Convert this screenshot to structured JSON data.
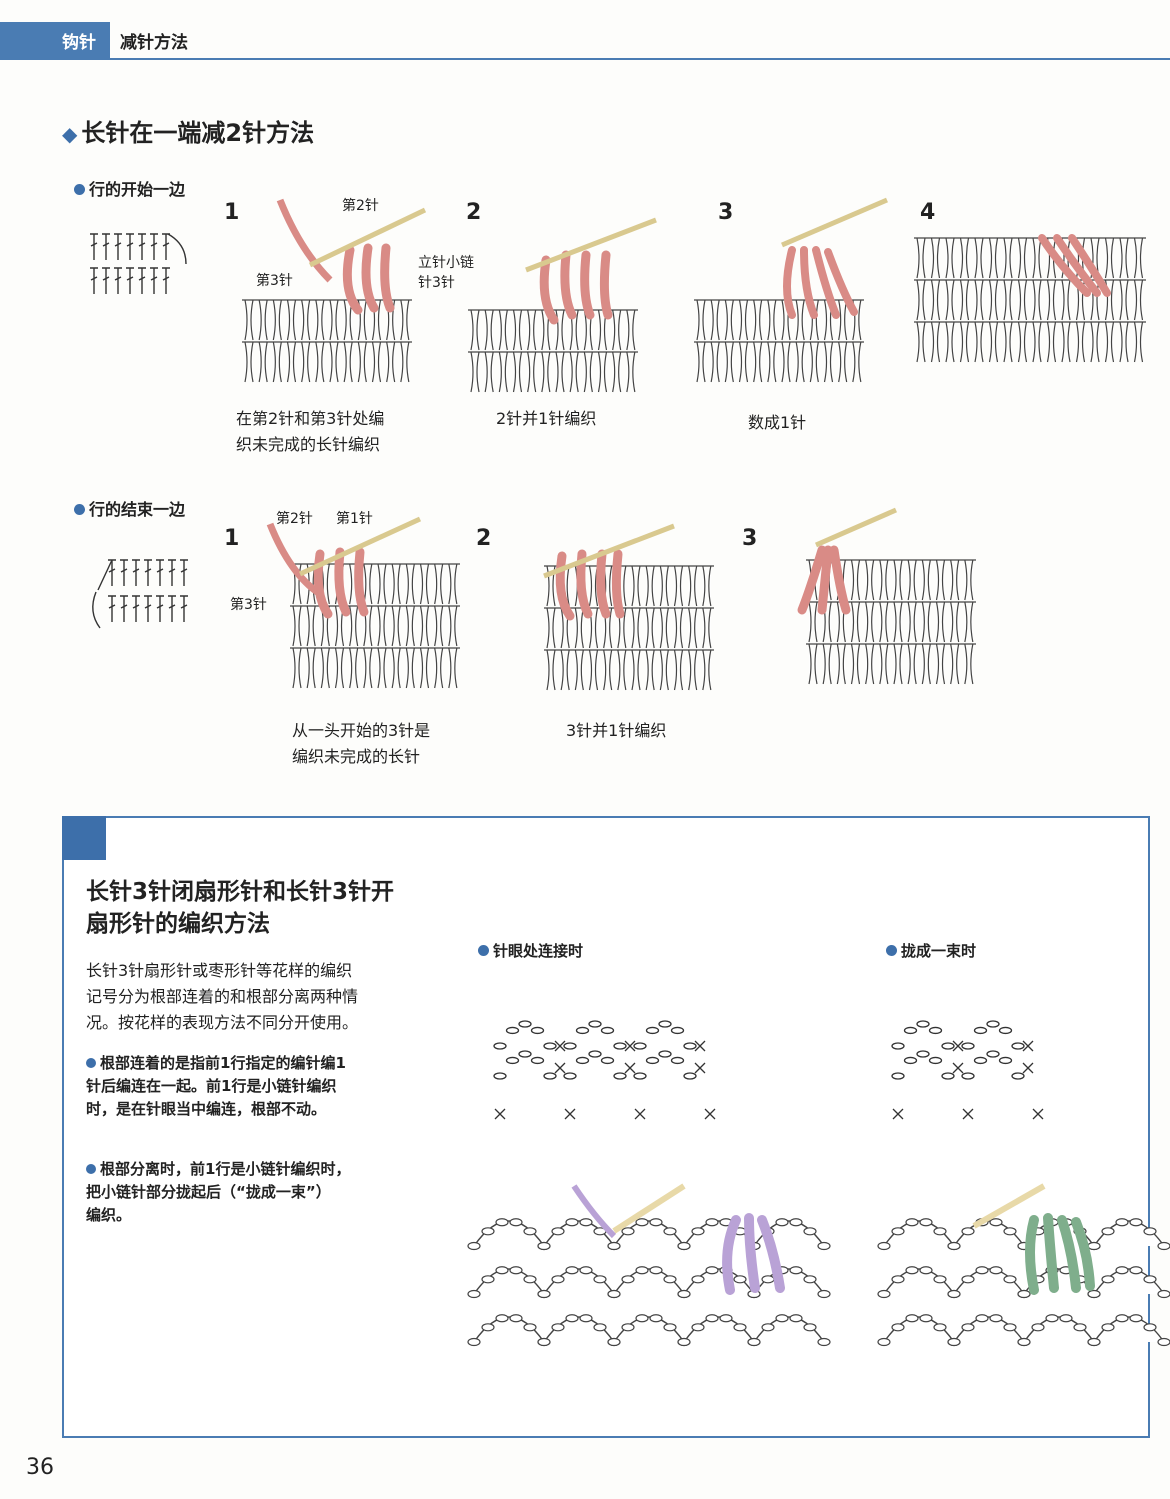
{
  "header": {
    "category": "钩针",
    "title": "减针方法"
  },
  "section": {
    "title": "长针在一端减2针方法",
    "row_start": {
      "label": "行的开始一边",
      "steps": [
        {
          "num": "1",
          "caption_l1": "在第2针和第3针处编",
          "caption_l2": "织未完成的长针编织",
          "labels": {
            "second": "第2针",
            "third": "第3针",
            "chain_l1": "立针小链",
            "chain_l2": "针3针"
          }
        },
        {
          "num": "2",
          "caption": "2针并1针编织"
        },
        {
          "num": "3",
          "caption": "数成1针"
        },
        {
          "num": "4"
        }
      ]
    },
    "row_end": {
      "label": "行的结束一边",
      "steps": [
        {
          "num": "1",
          "caption_l1": "从一头开始的3针是",
          "caption_l2": "编织未完成的长针",
          "labels": {
            "second": "第2针",
            "first": "第1针",
            "third": "第3针"
          }
        },
        {
          "num": "2",
          "caption": "3针并1针编织"
        },
        {
          "num": "3"
        }
      ]
    }
  },
  "box": {
    "title_l1": "长针3针闭扇形针和长针3针开",
    "title_l2": "扇形针的编织方法",
    "para_l1": "长针3针扇形针或枣形针等花样的编织",
    "para_l2": "记号分为根部连着的和根部分离两种情",
    "para_l3": "况。按花样的表现方法不同分开使用。",
    "bullet1_l1": "根部连着的是指前1行指定的编针编1",
    "bullet1_l2": "针后编连在一起。前1行是小链针编织",
    "bullet1_l3": "时，是在针眼当中编连，根部不动。",
    "bullet2_l1": "根部分离时，前1行是小链针编织时，",
    "bullet2_l2": "把小链针部分拢起后（“拢成一束”）",
    "bullet2_l3": "编织。",
    "fig_left_label": "针眼处连接时",
    "fig_right_label": "拢成一束时"
  },
  "page_number": "36",
  "colors": {
    "accent": "#4a7cb3",
    "yarn_red": "#d98b86",
    "yarn_purple": "#b9a2d6",
    "yarn_green": "#7fae8c",
    "hook": "#e8d9a8"
  }
}
